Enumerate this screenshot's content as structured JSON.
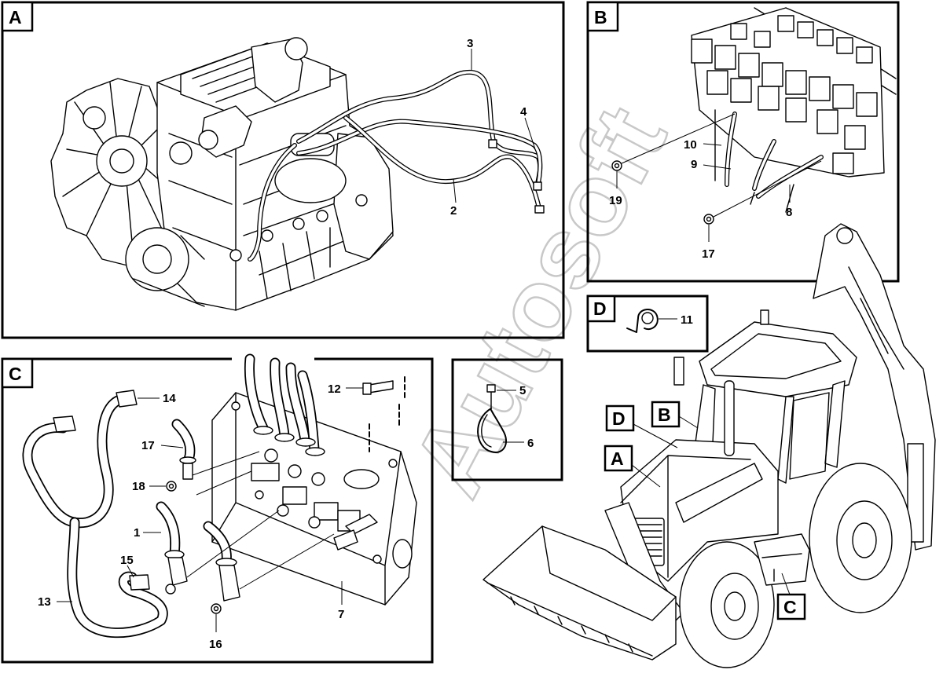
{
  "watermark": "Autosoft",
  "panels": {
    "A": {
      "label": "A",
      "callouts": [
        "3",
        "4",
        "2"
      ]
    },
    "B": {
      "label": "B",
      "callouts": [
        "10",
        "9",
        "19",
        "8",
        "17"
      ]
    },
    "C": {
      "label": "C",
      "callouts": [
        "14",
        "17",
        "18",
        "12",
        "1",
        "15",
        "13",
        "16",
        "7"
      ]
    },
    "S": {
      "callouts": [
        "5",
        "6"
      ]
    },
    "D": {
      "label": "D",
      "callouts": [
        "11"
      ]
    }
  },
  "machine": {
    "locators": [
      "D",
      "B",
      "A",
      "C"
    ]
  }
}
